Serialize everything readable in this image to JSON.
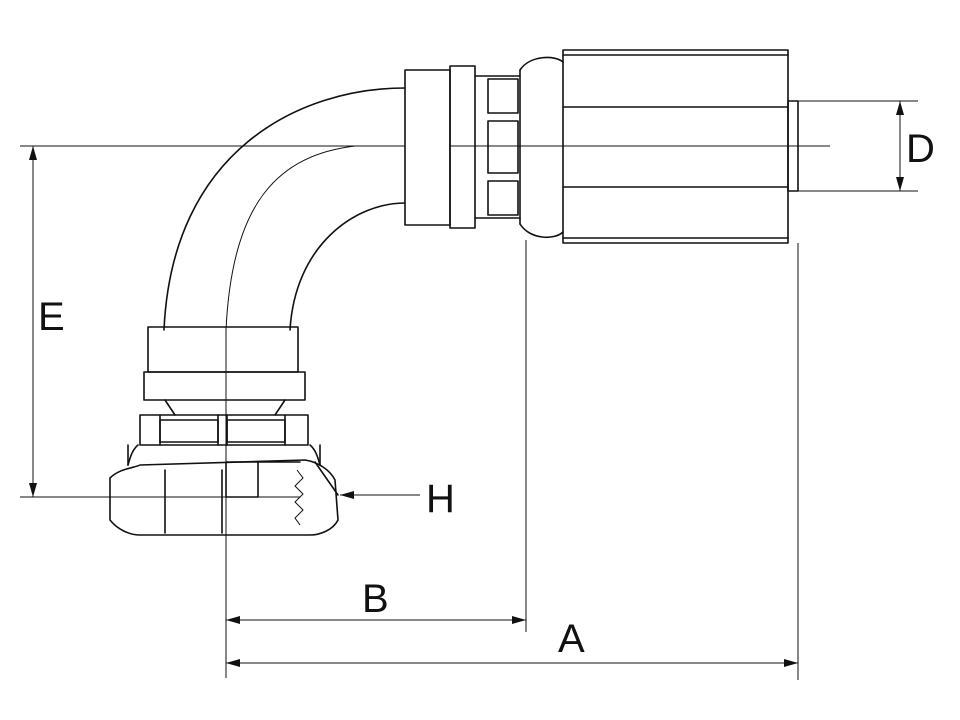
{
  "labels": {
    "a": "A",
    "b": "B",
    "d": "D",
    "e": "E",
    "h": "H"
  }
}
